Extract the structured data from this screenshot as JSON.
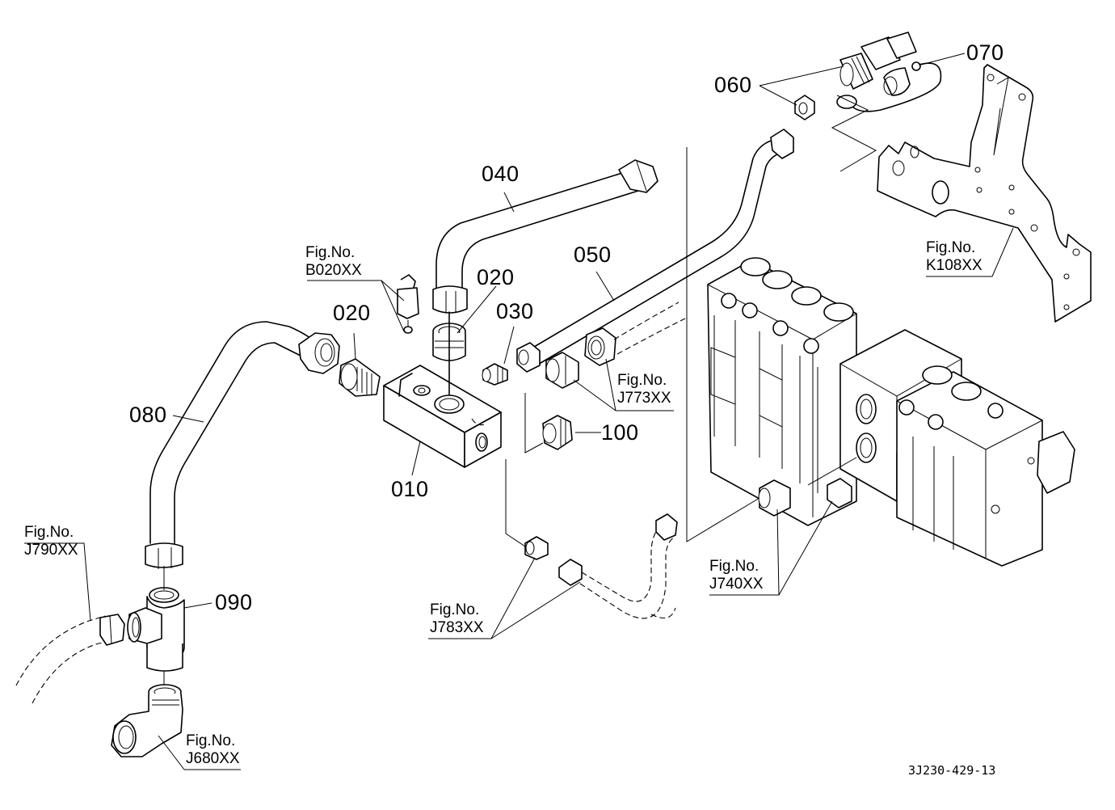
{
  "diagram": {
    "type": "exploded-parts-diagram",
    "subject": "hydraulic pipe and control valve assembly",
    "drawing_code": "3J230-429-13",
    "parts": [
      {
        "id": "p010",
        "number": "010",
        "name": "block"
      },
      {
        "id": "p020a",
        "number": "020",
        "name": "adaptor (left)"
      },
      {
        "id": "p020b",
        "number": "020",
        "name": "adaptor (top)"
      },
      {
        "id": "p030",
        "number": "030",
        "name": "adaptor"
      },
      {
        "id": "p040",
        "number": "040",
        "name": "pipe"
      },
      {
        "id": "p050",
        "number": "050",
        "name": "pipe"
      },
      {
        "id": "p060",
        "number": "060",
        "name": "coupler / nut"
      },
      {
        "id": "p070",
        "number": "070",
        "name": "dust cap"
      },
      {
        "id": "p080",
        "number": "080",
        "name": "pipe"
      },
      {
        "id": "p090",
        "number": "090",
        "name": "tee joint"
      },
      {
        "id": "p100",
        "number": "100",
        "name": "plug"
      }
    ],
    "figure_refs": [
      {
        "id": "b020",
        "prefix": "Fig.No.",
        "ref": "B020XX"
      },
      {
        "id": "k108",
        "prefix": "Fig.No.",
        "ref": "K108XX"
      },
      {
        "id": "j773",
        "prefix": "Fig.No.",
        "ref": "J773XX"
      },
      {
        "id": "j790",
        "prefix": "Fig.No.",
        "ref": "J790XX"
      },
      {
        "id": "j783",
        "prefix": "Fig.No.",
        "ref": "J783XX"
      },
      {
        "id": "j740",
        "prefix": "Fig.No.",
        "ref": "J740XX"
      },
      {
        "id": "j680",
        "prefix": "Fig.No.",
        "ref": "J680XX"
      }
    ]
  }
}
